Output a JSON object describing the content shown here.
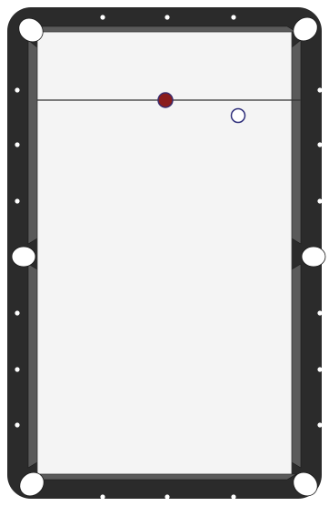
{
  "game": {
    "type": "pool-table",
    "orientation": "portrait",
    "pockets": [
      "top-left",
      "top-right",
      "middle-left",
      "middle-right",
      "bottom-left",
      "bottom-right"
    ],
    "balls": [
      {
        "id": "object-ball",
        "kind": "solid",
        "color": "#8a1c1c"
      },
      {
        "id": "cue-ghost-ball",
        "kind": "outline",
        "color": "#2e2e7a"
      }
    ],
    "aim_line": "visible"
  },
  "colors": {
    "rail": "#2b2b2b",
    "cushion": "#5a5a5a",
    "cloth": "#f4f4f4",
    "pocket": "#ffffff",
    "diamond": "#ffffff",
    "line": "#333333"
  }
}
